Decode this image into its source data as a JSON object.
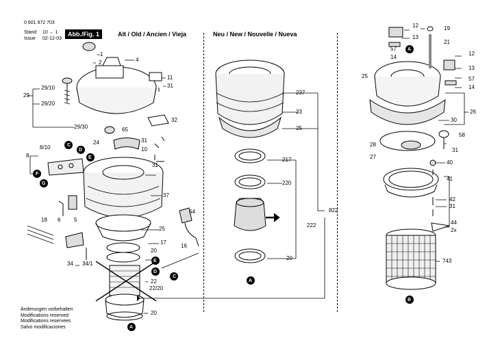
{
  "header": {
    "part_number": "0 601 972 703",
    "stand_label": "Stand",
    "issue_label": "Issue",
    "stand_value": "10 ← 1",
    "issue_date": "02-12-03",
    "figure_tag": "Abb./Fig. 1",
    "old_title": "Alt / Old / Ancien / Vieja",
    "new_title": "Neu / New / Nouvelle / Nueva"
  },
  "notes": [
    "Änderungen vorbehalten",
    "Modifications reserved",
    "Modifications reservees",
    "Salvo modificaciones"
  ],
  "left_labels": {
    "p1": "1",
    "p2": "2",
    "p4": "4",
    "p11": "11",
    "p31a": "31",
    "p29_10": "29/10",
    "p29": "29",
    "p29_20": "29/20",
    "p29_30": "29/30",
    "p65": "65",
    "p32": "32",
    "p24": "24",
    "p31b": "31",
    "p10": "10",
    "p31c": "31",
    "p8_10": "8/10",
    "p8": "8",
    "p37": "37",
    "p64": "64",
    "p25": "25",
    "p18": "18",
    "p6": "6",
    "p5": "5",
    "p17": "17",
    "p16": "16",
    "p20a": "20",
    "p34": "34",
    "p34_1": "34/1",
    "p22": "22",
    "p22_20": "22/20",
    "p20b": "20"
  },
  "mid_labels": {
    "p237": "237",
    "p23": "23",
    "p25": "25",
    "p217": "217",
    "p220": "220",
    "p222": "222",
    "p20": "20",
    "p822": "822"
  },
  "right_labels": {
    "p12a": "12",
    "p13a": "13",
    "p19": "19",
    "p21": "21",
    "p57a": "57",
    "p14a": "14",
    "p12b": "12",
    "p13b": "13",
    "p25": "25",
    "p57b": "57",
    "p14b": "14",
    "p26": "26",
    "p30": "30",
    "p58": "58",
    "p28": "28",
    "p31a": "31",
    "p27": "27",
    "p40": "40",
    "p41": "41",
    "p42": "42",
    "p31b": "31",
    "p44": "44",
    "p2x": "2x",
    "p743": "743"
  },
  "markers": {
    "A": "A",
    "B": "B",
    "C": "C",
    "D": "D",
    "E": "E",
    "F": "F",
    "G": "G"
  }
}
